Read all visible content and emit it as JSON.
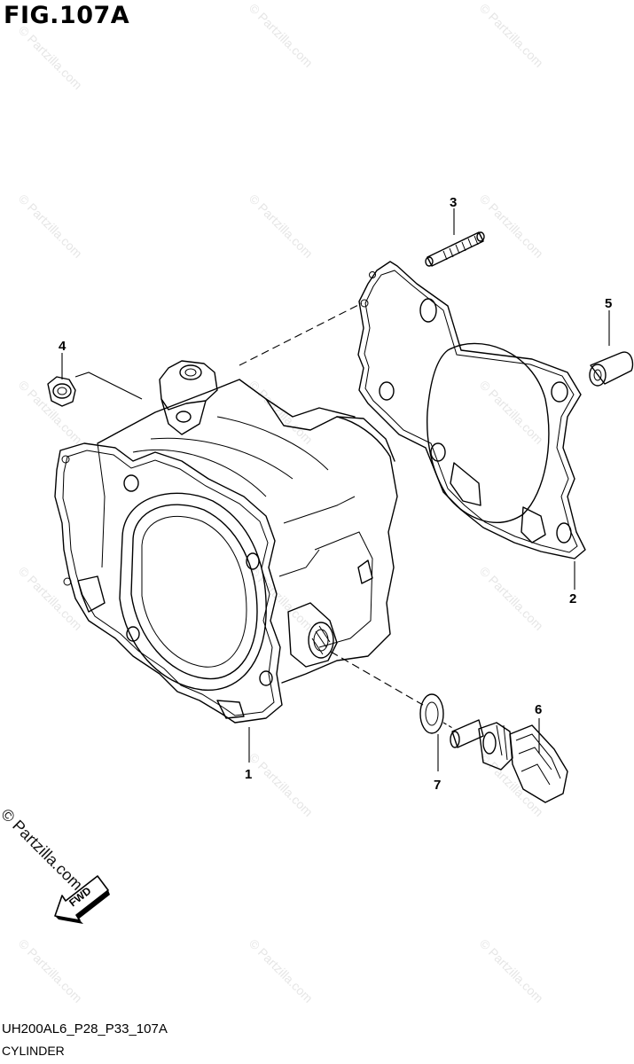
{
  "figure": {
    "title": "FIG.107A",
    "code": "UH200AL6_P28_P33_107A",
    "name": "CYLINDER",
    "copyright": "© Partzilla.com",
    "watermark": "© Partzilla.com"
  },
  "callouts": [
    {
      "id": "1",
      "label": "1"
    },
    {
      "id": "2",
      "label": "2"
    },
    {
      "id": "3",
      "label": "3"
    },
    {
      "id": "4",
      "label": "4"
    },
    {
      "id": "5",
      "label": "5"
    },
    {
      "id": "6",
      "label": "6"
    },
    {
      "id": "7",
      "label": "7"
    }
  ],
  "fwd_label": "FWD"
}
